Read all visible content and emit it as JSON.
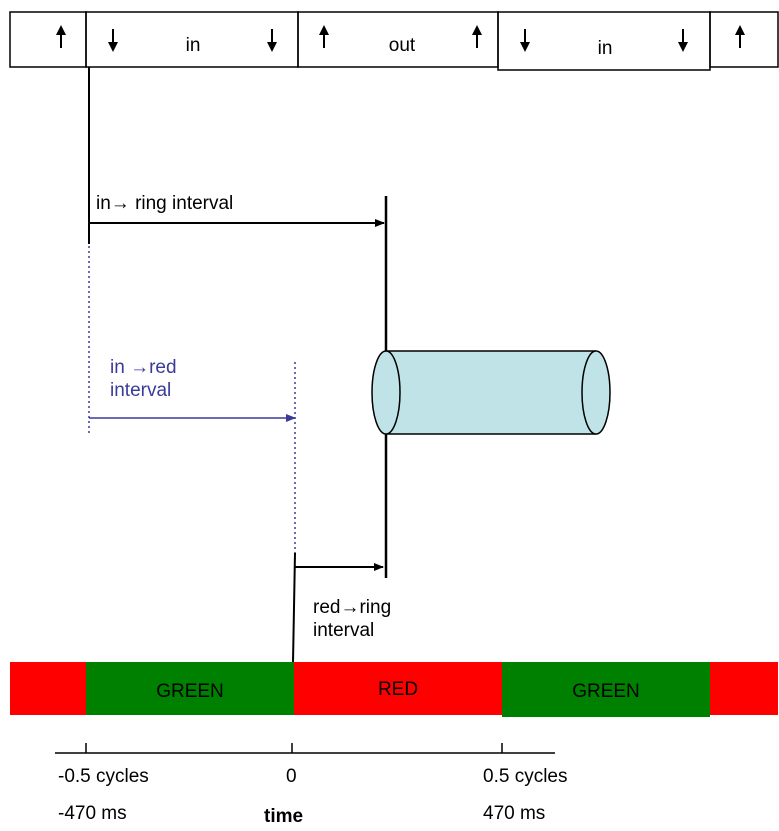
{
  "phase_row": {
    "cells": [
      {
        "arrows": [
          "up"
        ],
        "label": ""
      },
      {
        "arrows": [
          "down",
          "down"
        ],
        "label": "in"
      },
      {
        "arrows": [
          "up",
          "up"
        ],
        "label": "out"
      },
      {
        "arrows": [
          "down",
          "down"
        ],
        "label": "in"
      },
      {
        "arrows": [
          "up"
        ],
        "label": ""
      }
    ]
  },
  "intervals": {
    "in_ring": "in→ ring interval",
    "in_red_line1": "in →red",
    "in_red_line2": "interval",
    "red_ring_line1": "red→ring",
    "red_ring_line2": "interval"
  },
  "signal_bar": {
    "segments": [
      {
        "label": "",
        "color": "#ff0000"
      },
      {
        "label": "GREEN",
        "color": "#008000"
      },
      {
        "label": "RED",
        "color": "#ff0000"
      },
      {
        "label": "GREEN",
        "color": "#008000"
      },
      {
        "label": "",
        "color": "#ff0000"
      }
    ]
  },
  "time_axis": {
    "ticks": [
      {
        "cycles": "-0.5 cycles",
        "ms": "-470 ms"
      },
      {
        "cycles": "0",
        "ms": ""
      },
      {
        "cycles": "0.5 cycles",
        "ms": "470 ms"
      }
    ],
    "title": "time"
  },
  "colors": {
    "cylinder_fill": "#bfe3e6",
    "interval_blue": "#3a3a9a"
  }
}
